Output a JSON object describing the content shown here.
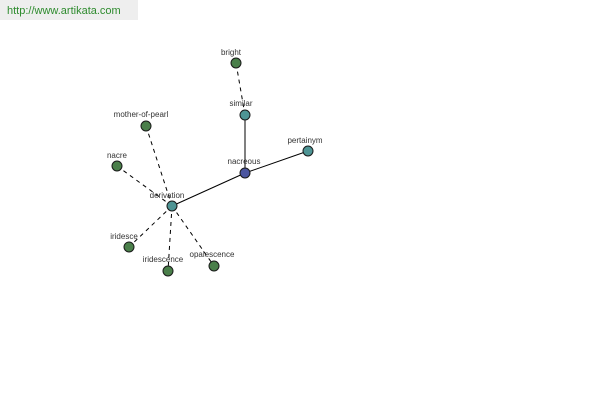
{
  "banner": {
    "url": "http://www.artikata.com",
    "color": "#2e8b2e"
  },
  "graph": {
    "colors": {
      "edge": "#000000",
      "label": "#333333",
      "node_stroke": "#1a1a1a",
      "word_node": "#4a7f4a",
      "relation_node": "#4e9494",
      "center_node": "#4c56a0"
    },
    "nodes": [
      {
        "id": "bright",
        "label": "bright",
        "kind": "word"
      },
      {
        "id": "similar",
        "label": "similar",
        "kind": "relation"
      },
      {
        "id": "mother-of-pearl",
        "label": "mother-of-pearl",
        "kind": "word"
      },
      {
        "id": "pertainym",
        "label": "pertainym",
        "kind": "relation"
      },
      {
        "id": "nacre",
        "label": "nacre",
        "kind": "word"
      },
      {
        "id": "nacreous",
        "label": "nacreous",
        "kind": "center"
      },
      {
        "id": "derivation",
        "label": "derivation",
        "kind": "relation"
      },
      {
        "id": "iridesce",
        "label": "iridesce",
        "kind": "word"
      },
      {
        "id": "iridescence",
        "label": "iridescence",
        "kind": "word"
      },
      {
        "id": "opalescence",
        "label": "opalescence",
        "kind": "word"
      }
    ],
    "edges": [
      {
        "from": "nacreous",
        "to": "similar",
        "style": "solid"
      },
      {
        "from": "nacreous",
        "to": "pertainym",
        "style": "solid"
      },
      {
        "from": "nacreous",
        "to": "derivation",
        "style": "solid"
      },
      {
        "from": "similar",
        "to": "bright",
        "style": "dashed"
      },
      {
        "from": "derivation",
        "to": "mother-of-pearl",
        "style": "dashed"
      },
      {
        "from": "derivation",
        "to": "nacre",
        "style": "dashed"
      },
      {
        "from": "derivation",
        "to": "iridesce",
        "style": "dashed"
      },
      {
        "from": "derivation",
        "to": "iridescence",
        "style": "dashed"
      },
      {
        "from": "derivation",
        "to": "opalescence",
        "style": "dashed"
      }
    ]
  }
}
